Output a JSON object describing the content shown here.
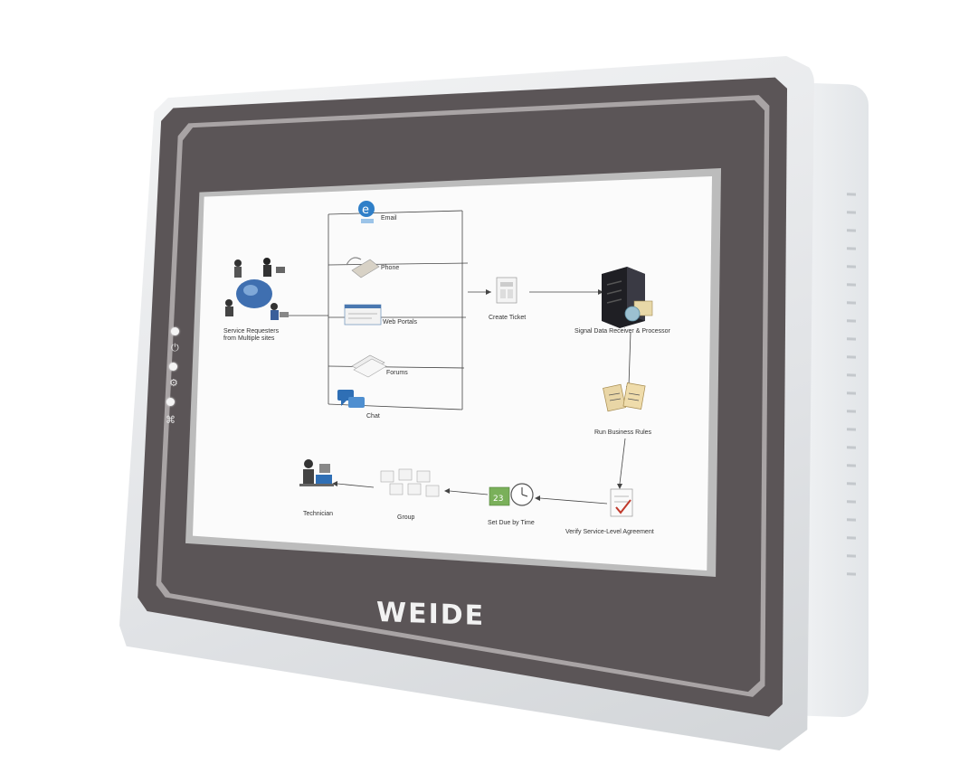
{
  "brand": {
    "logo_text": "WEIDE"
  },
  "status_leds": [
    {
      "name": "power-led",
      "icon": "power-icon"
    },
    {
      "name": "run-led",
      "icon": "gear-icon"
    },
    {
      "name": "network-led",
      "icon": "network-icon"
    }
  ],
  "diagram": {
    "channels": [
      {
        "label": "Email",
        "icon": "email-icon"
      },
      {
        "label": "Phone",
        "icon": "phone-icon"
      },
      {
        "label": "Web Portals",
        "icon": "web-portal-icon"
      },
      {
        "label": "Forums",
        "icon": "forum-icon"
      },
      {
        "label": "Chat",
        "icon": "chat-icon"
      }
    ],
    "requesters": {
      "label_line1": "Service Requesters",
      "label_line2": "from Multiple sites"
    },
    "create_ticket": "Create Ticket",
    "processor": "Signal Data Receiver & Processor",
    "business_rules": "Run Business Rules",
    "sla": "Verify Service-Level Agreement",
    "due": "Set Due by Time",
    "group": "Group",
    "technician": "Technician"
  },
  "colors": {
    "bezel": "#5b5557",
    "screen": "#fbfbfb",
    "accent_blue": "#2f6fb5",
    "check_red": "#c0392b"
  }
}
